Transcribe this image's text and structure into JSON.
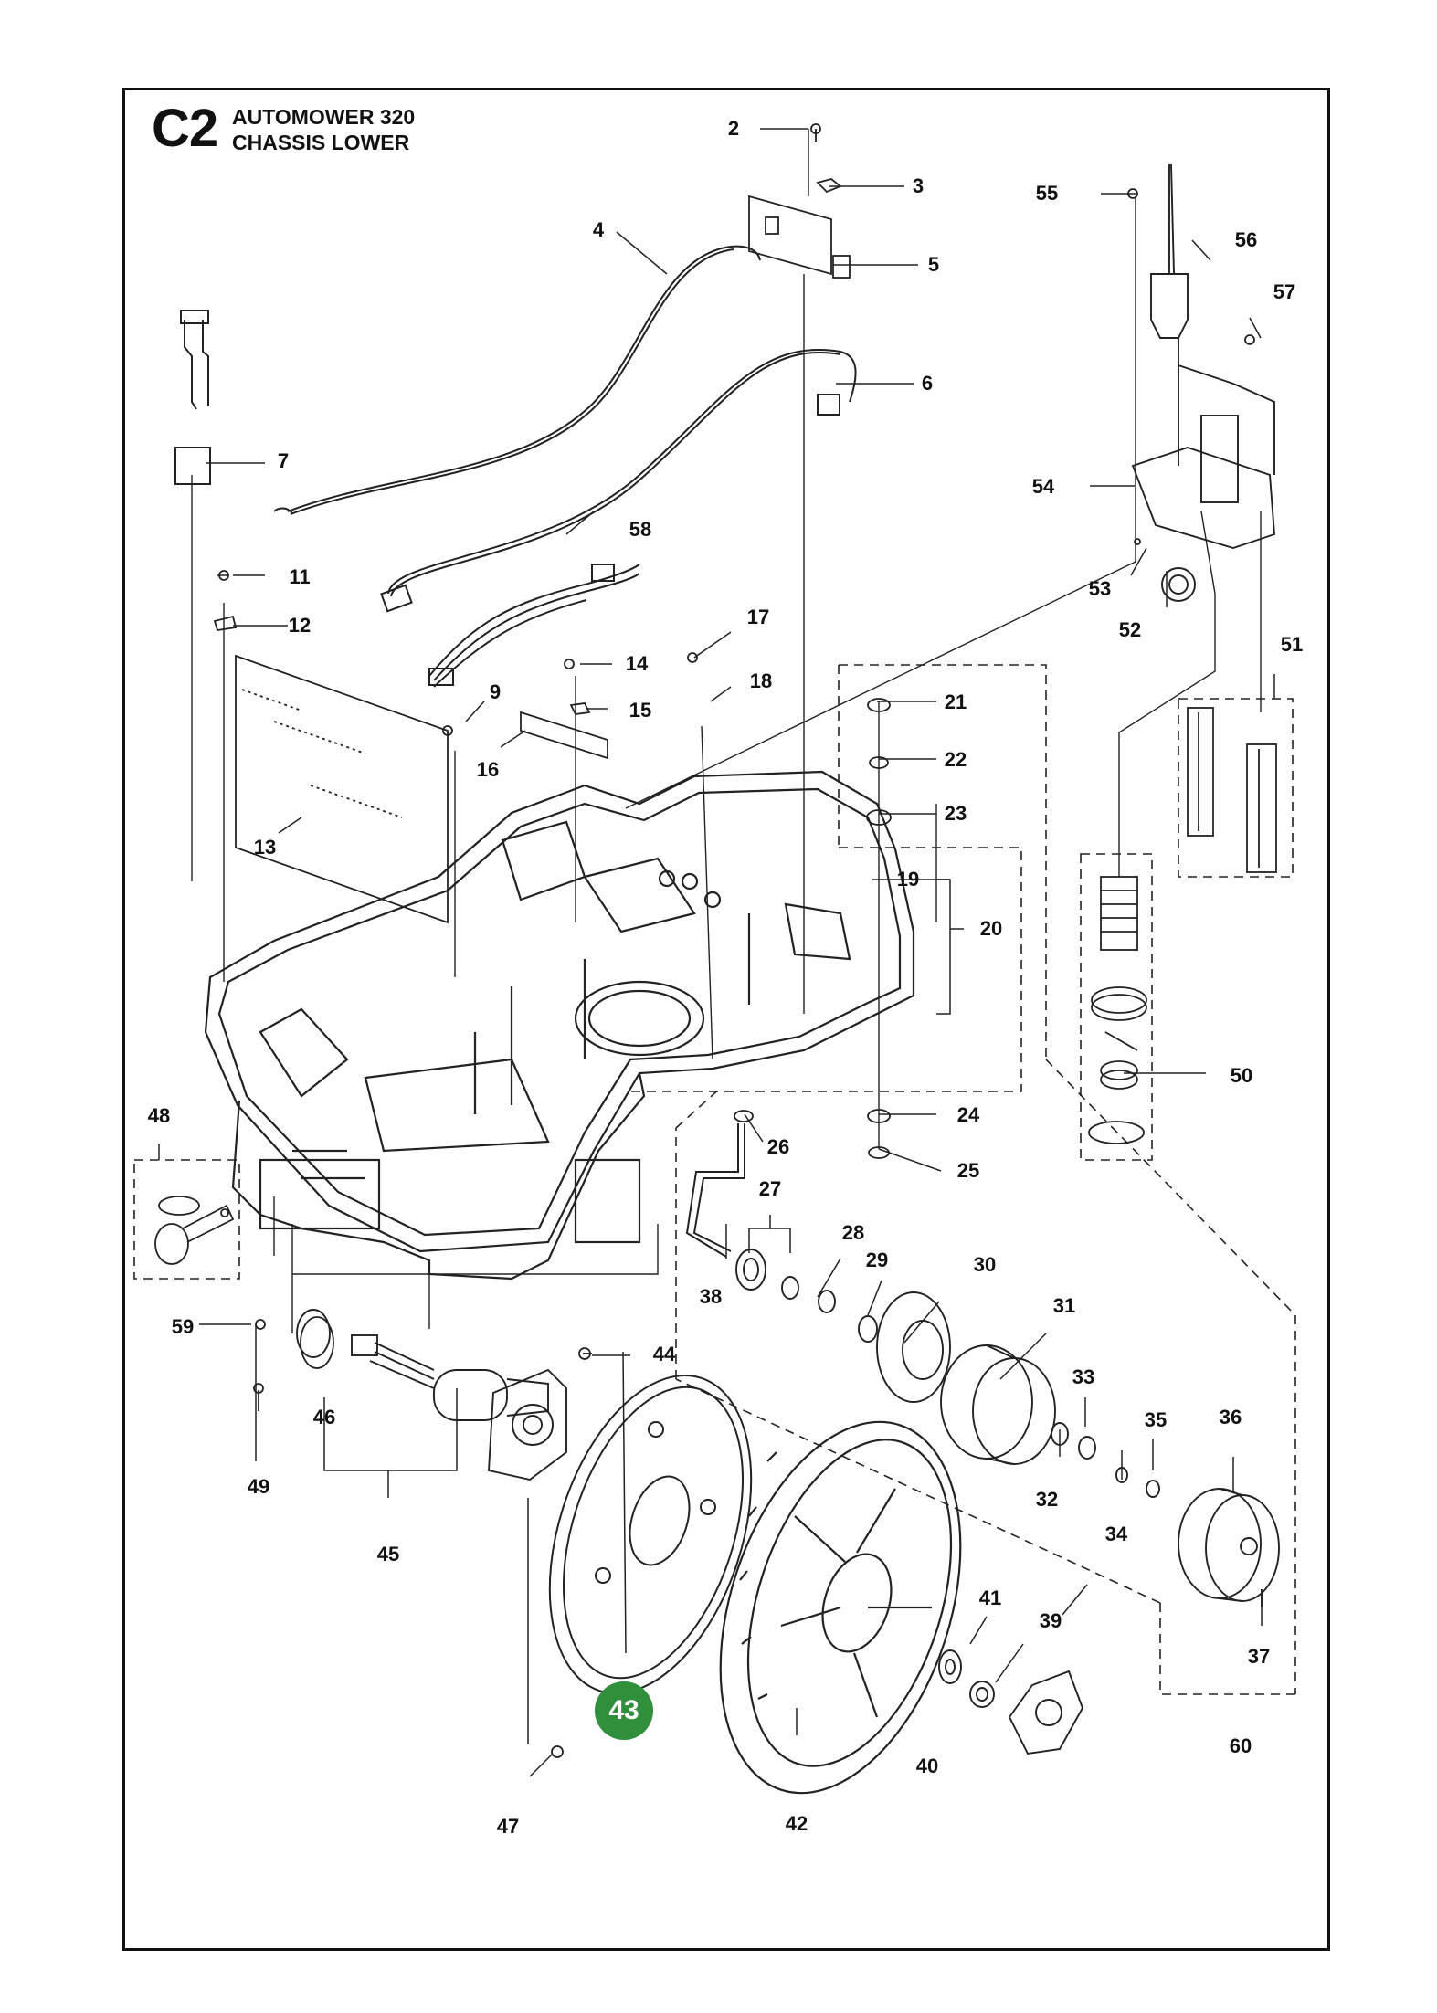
{
  "header": {
    "code": "C2",
    "model": "AUTOMOWER 320",
    "section": "CHASSIS LOWER"
  },
  "highlighted_part": "43",
  "colors": {
    "line": "#111111",
    "highlight": "#2f8f3a"
  },
  "callouts": [
    {
      "n": "2"
    },
    {
      "n": "3"
    },
    {
      "n": "4"
    },
    {
      "n": "5"
    },
    {
      "n": "6"
    },
    {
      "n": "7"
    },
    {
      "n": "9"
    },
    {
      "n": "11"
    },
    {
      "n": "12"
    },
    {
      "n": "13"
    },
    {
      "n": "14"
    },
    {
      "n": "15"
    },
    {
      "n": "16"
    },
    {
      "n": "17"
    },
    {
      "n": "18"
    },
    {
      "n": "19"
    },
    {
      "n": "20"
    },
    {
      "n": "21"
    },
    {
      "n": "22"
    },
    {
      "n": "23"
    },
    {
      "n": "24"
    },
    {
      "n": "25"
    },
    {
      "n": "26"
    },
    {
      "n": "27"
    },
    {
      "n": "28"
    },
    {
      "n": "29"
    },
    {
      "n": "30"
    },
    {
      "n": "31"
    },
    {
      "n": "32"
    },
    {
      "n": "33"
    },
    {
      "n": "34"
    },
    {
      "n": "35"
    },
    {
      "n": "36"
    },
    {
      "n": "37"
    },
    {
      "n": "38"
    },
    {
      "n": "39"
    },
    {
      "n": "40"
    },
    {
      "n": "41"
    },
    {
      "n": "42"
    },
    {
      "n": "44"
    },
    {
      "n": "45"
    },
    {
      "n": "46"
    },
    {
      "n": "47"
    },
    {
      "n": "48"
    },
    {
      "n": "49"
    },
    {
      "n": "50"
    },
    {
      "n": "51"
    },
    {
      "n": "52"
    },
    {
      "n": "53"
    },
    {
      "n": "54"
    },
    {
      "n": "55"
    },
    {
      "n": "56"
    },
    {
      "n": "57"
    },
    {
      "n": "58"
    },
    {
      "n": "59"
    },
    {
      "n": "60"
    }
  ]
}
